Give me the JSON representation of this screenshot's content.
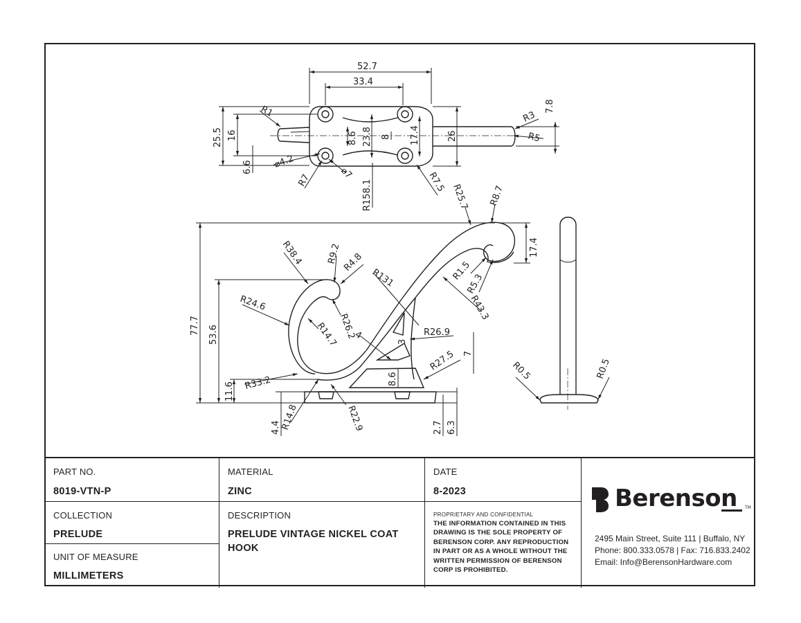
{
  "drawing": {
    "top_view_dims": [
      "52.7",
      "33.4",
      "7.8",
      "R1",
      "R3",
      "R5",
      "25.5",
      "16",
      "8.6",
      "23.8",
      "8",
      "17.4",
      "26",
      "6.6",
      "⌀4.2",
      "⌀7",
      "R7",
      "R158.1",
      "R7.5"
    ],
    "front_view_dims": [
      "R25.7",
      "R8.7",
      "17.4",
      "R1.5",
      "R5.3",
      "R43.3",
      "R38.4",
      "R9.2",
      "R4.8",
      "R131",
      "R24.6",
      "R14.7",
      "R26.2",
      "4",
      "R26.9",
      "3",
      "R27.5",
      "7",
      "77.7",
      "53.6",
      "11.6",
      "R33.2",
      "8.6",
      "4.4",
      "R14.8",
      "R22.9",
      "2.7",
      "6.3"
    ],
    "side_view_dims": [
      "R0.5",
      "R0.5"
    ]
  },
  "title_block": {
    "part_no": {
      "label": "PART NO.",
      "value": "8019-VTN-P"
    },
    "material": {
      "label": "MATERIAL",
      "value": "ZINC"
    },
    "date": {
      "label": "DATE",
      "value": "8-2023"
    },
    "collection": {
      "label": "COLLECTION",
      "value": "PRELUDE"
    },
    "description": {
      "label": "DESCRIPTION",
      "value_line1": "PRELUDE VINTAGE NICKEL COAT",
      "value_line2": "HOOK"
    },
    "unit": {
      "label": "UNIT OF MEASURE",
      "value": "MILLIMETERS"
    },
    "confidential": {
      "heading": "PROPRIETARY AND CONFIDENTIAL",
      "lines": [
        "THE INFORMATION CONTAINED IN THIS",
        "DRAWING IS THE SOLE PROPERTY OF",
        "BERENSON CORP. ANY REPRODUCTION",
        "IN PART OR AS A WHOLE WITHOUT THE",
        "WRITTEN PERMISSION OF BERENSON",
        "CORP IS PROHIBITED."
      ]
    },
    "company": {
      "name": "Berenson",
      "trademark": "TM",
      "address": "2495 Main Street, Suite 111 | Buffalo, NY",
      "phone": "Phone: 800.333.0578 | Fax: 716.833.2402",
      "email": "Email: Info@BerensonHardware.com"
    }
  },
  "colors": {
    "ink": "#231f20",
    "paper": "#ffffff"
  }
}
